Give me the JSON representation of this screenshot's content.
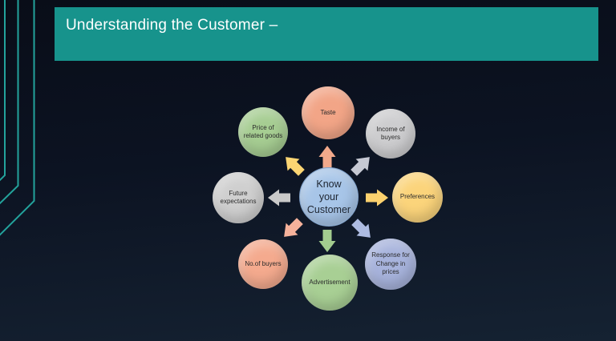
{
  "slide": {
    "title": "Understanding the Customer –",
    "colors": {
      "title_bar": "#17938c",
      "title_text": "#ffffff",
      "background_top": "#090d18",
      "background_bottom": "#152232",
      "accent_lines": "#23a39c"
    }
  },
  "diagram": {
    "center": {
      "label": "Know\nyour\nCustomer",
      "color": "#a7c5e8",
      "border": "#7fa0c8",
      "text_color": "#202834"
    },
    "nodes": [
      {
        "id": "taste",
        "label": "Taste",
        "color": "#f2a587",
        "arrow_color": "#f2a98b",
        "position": "top"
      },
      {
        "id": "income-of-buyers",
        "label": "Income of\nbuyers",
        "color": "#cdcdcf",
        "arrow_color": "#c6c9d3",
        "position": "top-right"
      },
      {
        "id": "preferences",
        "label": "Preferences",
        "color": "#fbd47b",
        "arrow_color": "#fbd16e",
        "position": "right"
      },
      {
        "id": "response-change-prices",
        "label": "Response for\nChange in\nprices",
        "color": "#a7b3dc",
        "arrow_color": "#aebce3",
        "position": "bottom-right"
      },
      {
        "id": "advertisement",
        "label": "Advertisement",
        "color": "#a8cf94",
        "arrow_color": "#a3cc8f",
        "position": "bottom"
      },
      {
        "id": "no-of-buyers",
        "label": "No.of buyers",
        "color": "#f4aa8e",
        "arrow_color": "#f6b29b",
        "position": "bottom-left"
      },
      {
        "id": "future-expectations",
        "label": "Future\nexpectations",
        "color": "#cfcfcf",
        "arrow_color": "#c9c9c9",
        "position": "left"
      },
      {
        "id": "price-related-goods",
        "label": "Price of\nrelated goods",
        "color": "#a6cd92",
        "arrow_color": "#fcd573",
        "position": "top-left"
      }
    ]
  }
}
